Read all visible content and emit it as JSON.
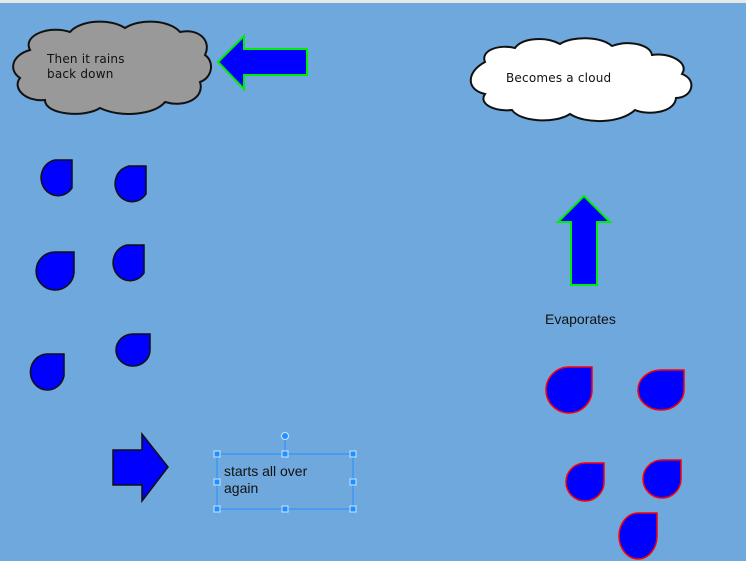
{
  "slide": {
    "background": "#6fa8dc",
    "cloud_rain": {
      "line1": "Then it rains",
      "line2": "back down",
      "fill": "#999999"
    },
    "cloud_form": {
      "text": "Becomes a cloud",
      "fill": "#ffffff"
    },
    "label_evaporates": "Evaporates",
    "textbox_selected": {
      "line1": "starts all over",
      "line2": "again"
    },
    "colors": {
      "drop_fill": "#0000ff",
      "rain_drop_stroke": "#000000",
      "evap_drop_stroke": "#ff0000",
      "arrow_green_stroke": "#00ee00",
      "selection": "#1e90ff"
    }
  }
}
